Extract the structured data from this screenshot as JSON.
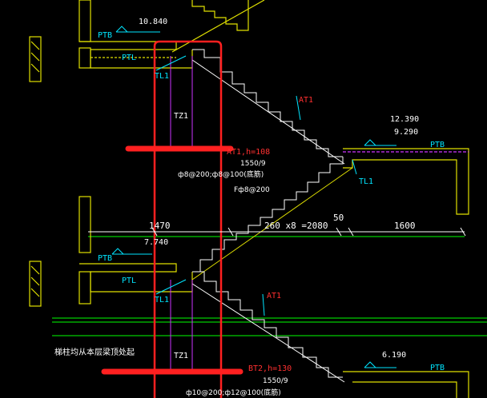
{
  "colors": {
    "background": "#000000",
    "wall": "#e0e000",
    "stair_line": "#ffffff",
    "beam_label": "#00e5ff",
    "rebar_label": "#ffffff",
    "axis": "#00ff00",
    "highlight": "#ff2020",
    "column": "#cc33ff",
    "beam_marker": "#ff3030"
  },
  "labels": {
    "elev_10840": "10.840",
    "elev_12390": "12.390",
    "elev_9290": "9.290",
    "elev_7740": "7.740",
    "elev_6190": "6.190",
    "ptb_upper_left": "PTB",
    "ptb_upper_right": "PTB",
    "ptb_lower_left": "PTB",
    "ptb_lower_right": "PTB",
    "ptl_upper": "PTL",
    "ptl_lower": "PTL",
    "tl1_a": "TL1",
    "tl1_b": "TL1",
    "tl1_c": "TL1",
    "tz1_upper": "TZ1",
    "tz1_lower": "TZ1",
    "at1_upper": "AT1",
    "at1_lower": "AT1",
    "at1_h": "AT1,h=108",
    "at1_span": "1550/9",
    "at1_rebar": "ф8@200;ф8@100(底筋)",
    "at1_dist": "Fф8@200",
    "at2_h": "BT2,h=130",
    "at2_span": "1550/9",
    "at2_rebar": "ф10@200;ф12@100(底筋)",
    "dim_1470": "1470",
    "dim_steps": "260 x8 =2080",
    "dim_50": "50",
    "dim_1600": "1600",
    "note_col": "梯柱均从本层梁顶处起"
  }
}
